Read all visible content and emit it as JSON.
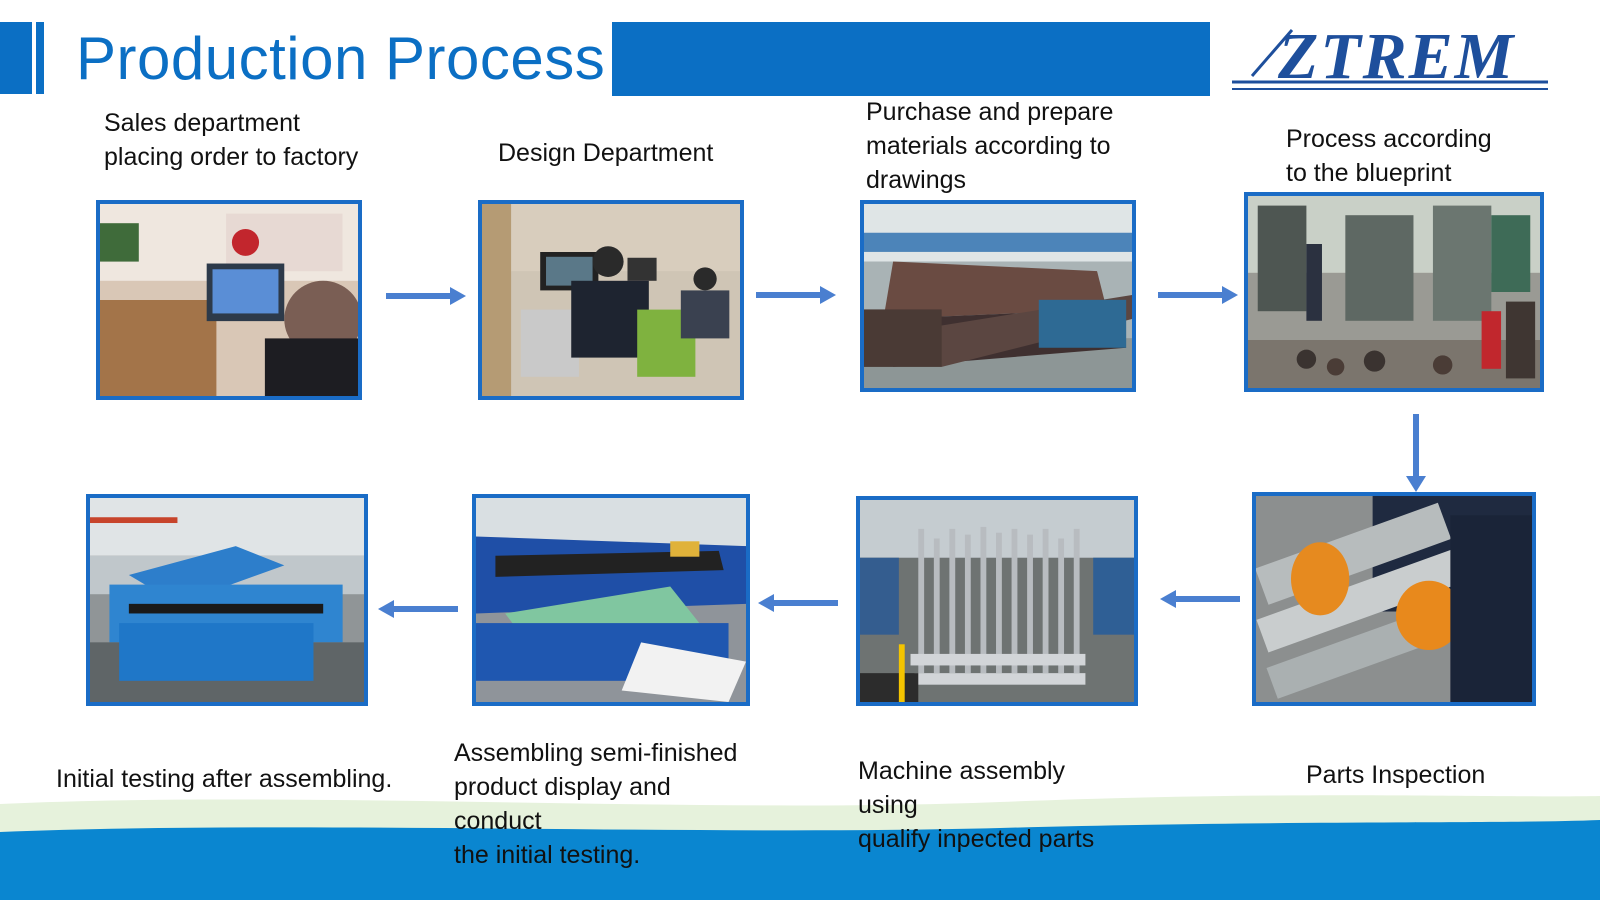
{
  "header": {
    "title": "Production Process",
    "logo_text": "ZTREM"
  },
  "steps": [
    {
      "caption": "Sales department\nplacing order to factory",
      "photo": "office-computer-photo"
    },
    {
      "caption": "Design Department",
      "photo": "design-office-photo"
    },
    {
      "caption": "Purchase and prepare\nmaterials according to\ndrawings",
      "photo": "steel-beams-photo"
    },
    {
      "caption": "Process according\nto the blueprint",
      "photo": "workshop-machining-photo"
    },
    {
      "caption": "Parts Inspection",
      "photo": "parts-inspection-photo"
    },
    {
      "caption": "Machine assembly\nusing\nqualify inpected parts",
      "photo": "shafts-assembly-photo"
    },
    {
      "caption": "Assembling  semi-finished\nproduct display and\nconduct\nthe initial testing.",
      "photo": "semi-finished-machine-photo"
    },
    {
      "caption": "Initial testing after assembling.",
      "photo": "initial-testing-machine-photo"
    }
  ],
  "colors": {
    "brand_blue": "#0b6fc4",
    "frame_blue": "#1a6cc6",
    "arrow_blue": "#4a7fd0",
    "wave_light": "#e6f2dc",
    "wave_blue": "#0a86d0"
  }
}
